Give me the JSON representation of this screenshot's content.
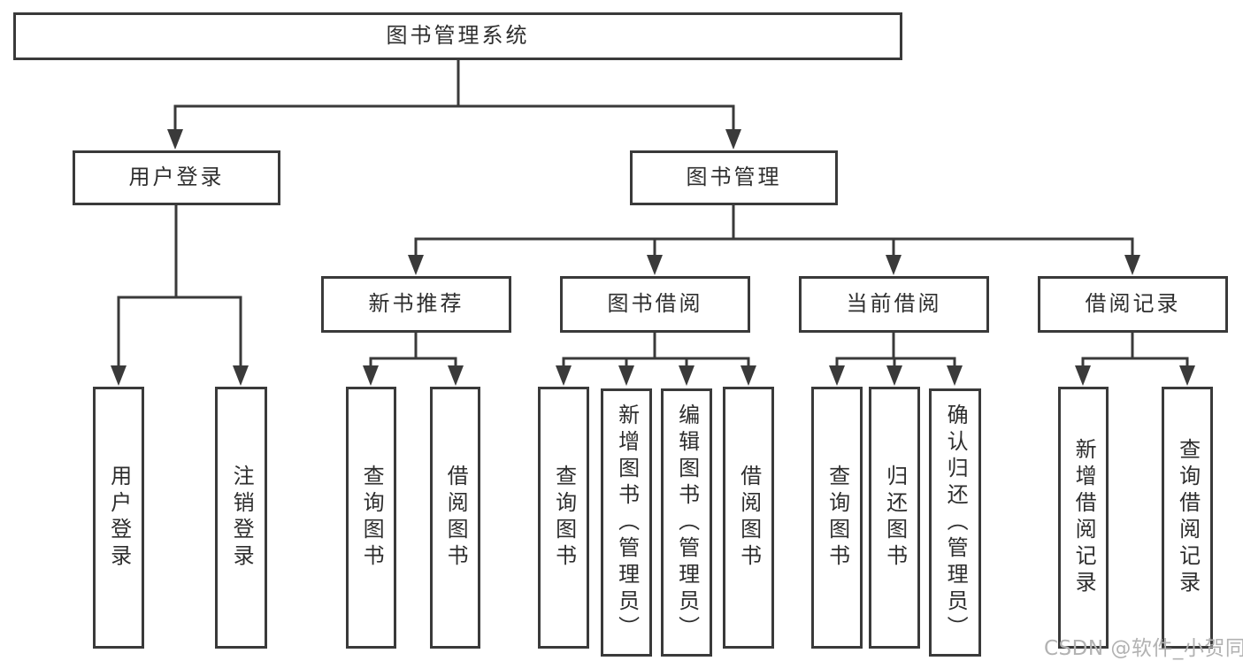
{
  "diagram": {
    "tree": {
      "root": {
        "label": "图书管理系统",
        "children": {
          "user_login": {
            "label": "用户登录",
            "children": {
              "login": {
                "label": "用户登录"
              },
              "logout": {
                "label": "注销登录"
              }
            }
          },
          "book_management": {
            "label": "图书管理",
            "children": {
              "new_book_recommend": {
                "label": "新书推荐",
                "children": {
                  "query_books": {
                    "label": "查询图书"
                  },
                  "borrow_books": {
                    "label": "借阅图书"
                  }
                }
              },
              "book_borrow": {
                "label": "图书借阅",
                "children": {
                  "query_books": {
                    "label": "查询图书"
                  },
                  "add_books": {
                    "label": "新增图书（管理员）"
                  },
                  "edit_books": {
                    "label": "编辑图书（管理员）"
                  },
                  "borrow_books": {
                    "label": "借阅图书"
                  }
                }
              },
              "current_borrow": {
                "label": "当前借阅",
                "children": {
                  "query_books": {
                    "label": "查询图书"
                  },
                  "return_books": {
                    "label": "归还图书"
                  },
                  "confirm_return": {
                    "label": "确认归还（管理员）"
                  }
                }
              },
              "borrow_records": {
                "label": "借阅记录",
                "children": {
                  "add_record": {
                    "label": "新增借阅记录"
                  },
                  "query_record": {
                    "label": "查询借阅记录"
                  }
                }
              }
            }
          }
        }
      }
    },
    "colors": {
      "line": "#3a3a3a",
      "box_border": "#3a3a3a",
      "box_fill": "#ffffff",
      "text": "#2e2e2e",
      "watermark": "#b2b2b2",
      "background": "#ffffff"
    }
  },
  "watermark": {
    "text": "CSDN @软件_小贺同学"
  }
}
